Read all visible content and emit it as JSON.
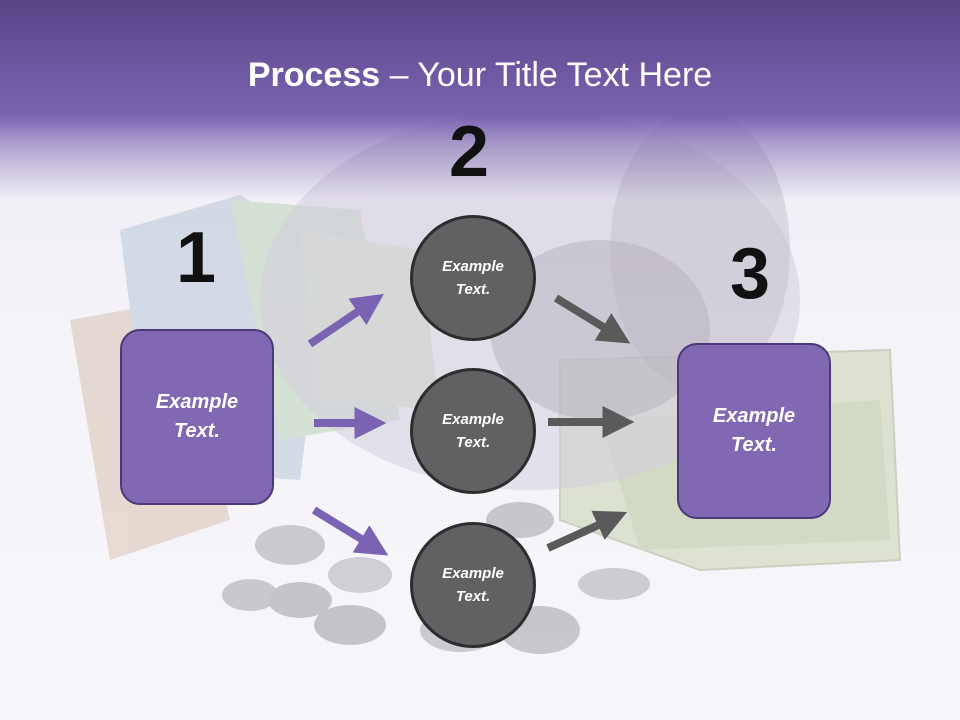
{
  "slide": {
    "title_bold": "Process",
    "title_rest": " – Your Title Text Here"
  },
  "steps": {
    "step1_number": "1",
    "step2_number": "2",
    "step3_number": "3"
  },
  "boxes": {
    "left_text": "Example\nText.",
    "right_text": "Example\nText."
  },
  "circles": {
    "top_text": "Example\nText.",
    "middle_text": "Example\nText.",
    "bottom_text": "Example\nText."
  },
  "colors": {
    "header_purple": "#7a63b0",
    "box_fill": "#8068b3",
    "box_border": "#4b3a78",
    "circle_fill": "#616063",
    "purple_arrow": "#7b63b3",
    "gray_arrow": "#5a5a5a"
  }
}
